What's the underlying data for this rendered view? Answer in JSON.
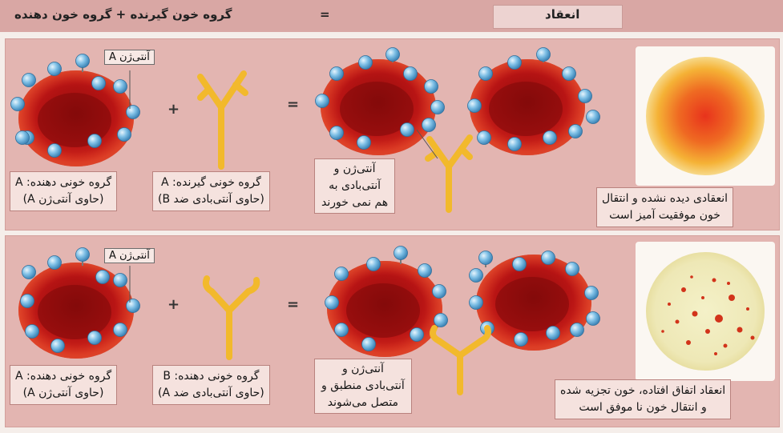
{
  "header": {
    "donor_recipient": "گروه خون گیرنده   +   گروه خون دهنده",
    "equals": "=",
    "agglutination": "انعقاد"
  },
  "colors": {
    "rbc": "#c21616",
    "antigen": "#6fb4de",
    "antibody": "#f2b92c",
    "panel": "#e3b5b1",
    "header": "#d9a7a4"
  },
  "row1": {
    "antigen_tag": "آنتی‌ژن A",
    "plus": "+",
    "equals": "=",
    "donor_line1": "گروه خونی دهنده: A",
    "donor_line2": "(حاوی آنتی‌ژن A)",
    "recipient_line1": "گروه خونی گیرنده: A",
    "recipient_line2": "(حاوی آنتی‌بادی ضد B)",
    "result_line1": "آنتی‌ژن و",
    "result_line2": "آنتی‌بادی به",
    "result_line3": "هم نمی خورند",
    "outcome_line1": "انعقادی دیده نشده و انتقال",
    "outcome_line2": "خون موفقیت آمیز است"
  },
  "row2": {
    "antigen_tag": "آنتی‌ژن A",
    "plus": "+",
    "equals": "=",
    "donor_line1": "گروه خونی دهنده: A",
    "donor_line2": "(حاوی آنتی‌ژن A)",
    "recipient_line1": "گروه خونی دهنده: B",
    "recipient_line2": "(حاوی آنتی‌بادی ضد A)",
    "result_line1": "آنتی‌ژن و",
    "result_line2": "آنتی‌بادی منطبق و",
    "result_line3": "متصل می‌شوند",
    "outcome_line1": "انعقاد اتفاق افتاده، خون تجزیه شده",
    "outcome_line2": "و انتقال خون نا موفق است"
  }
}
